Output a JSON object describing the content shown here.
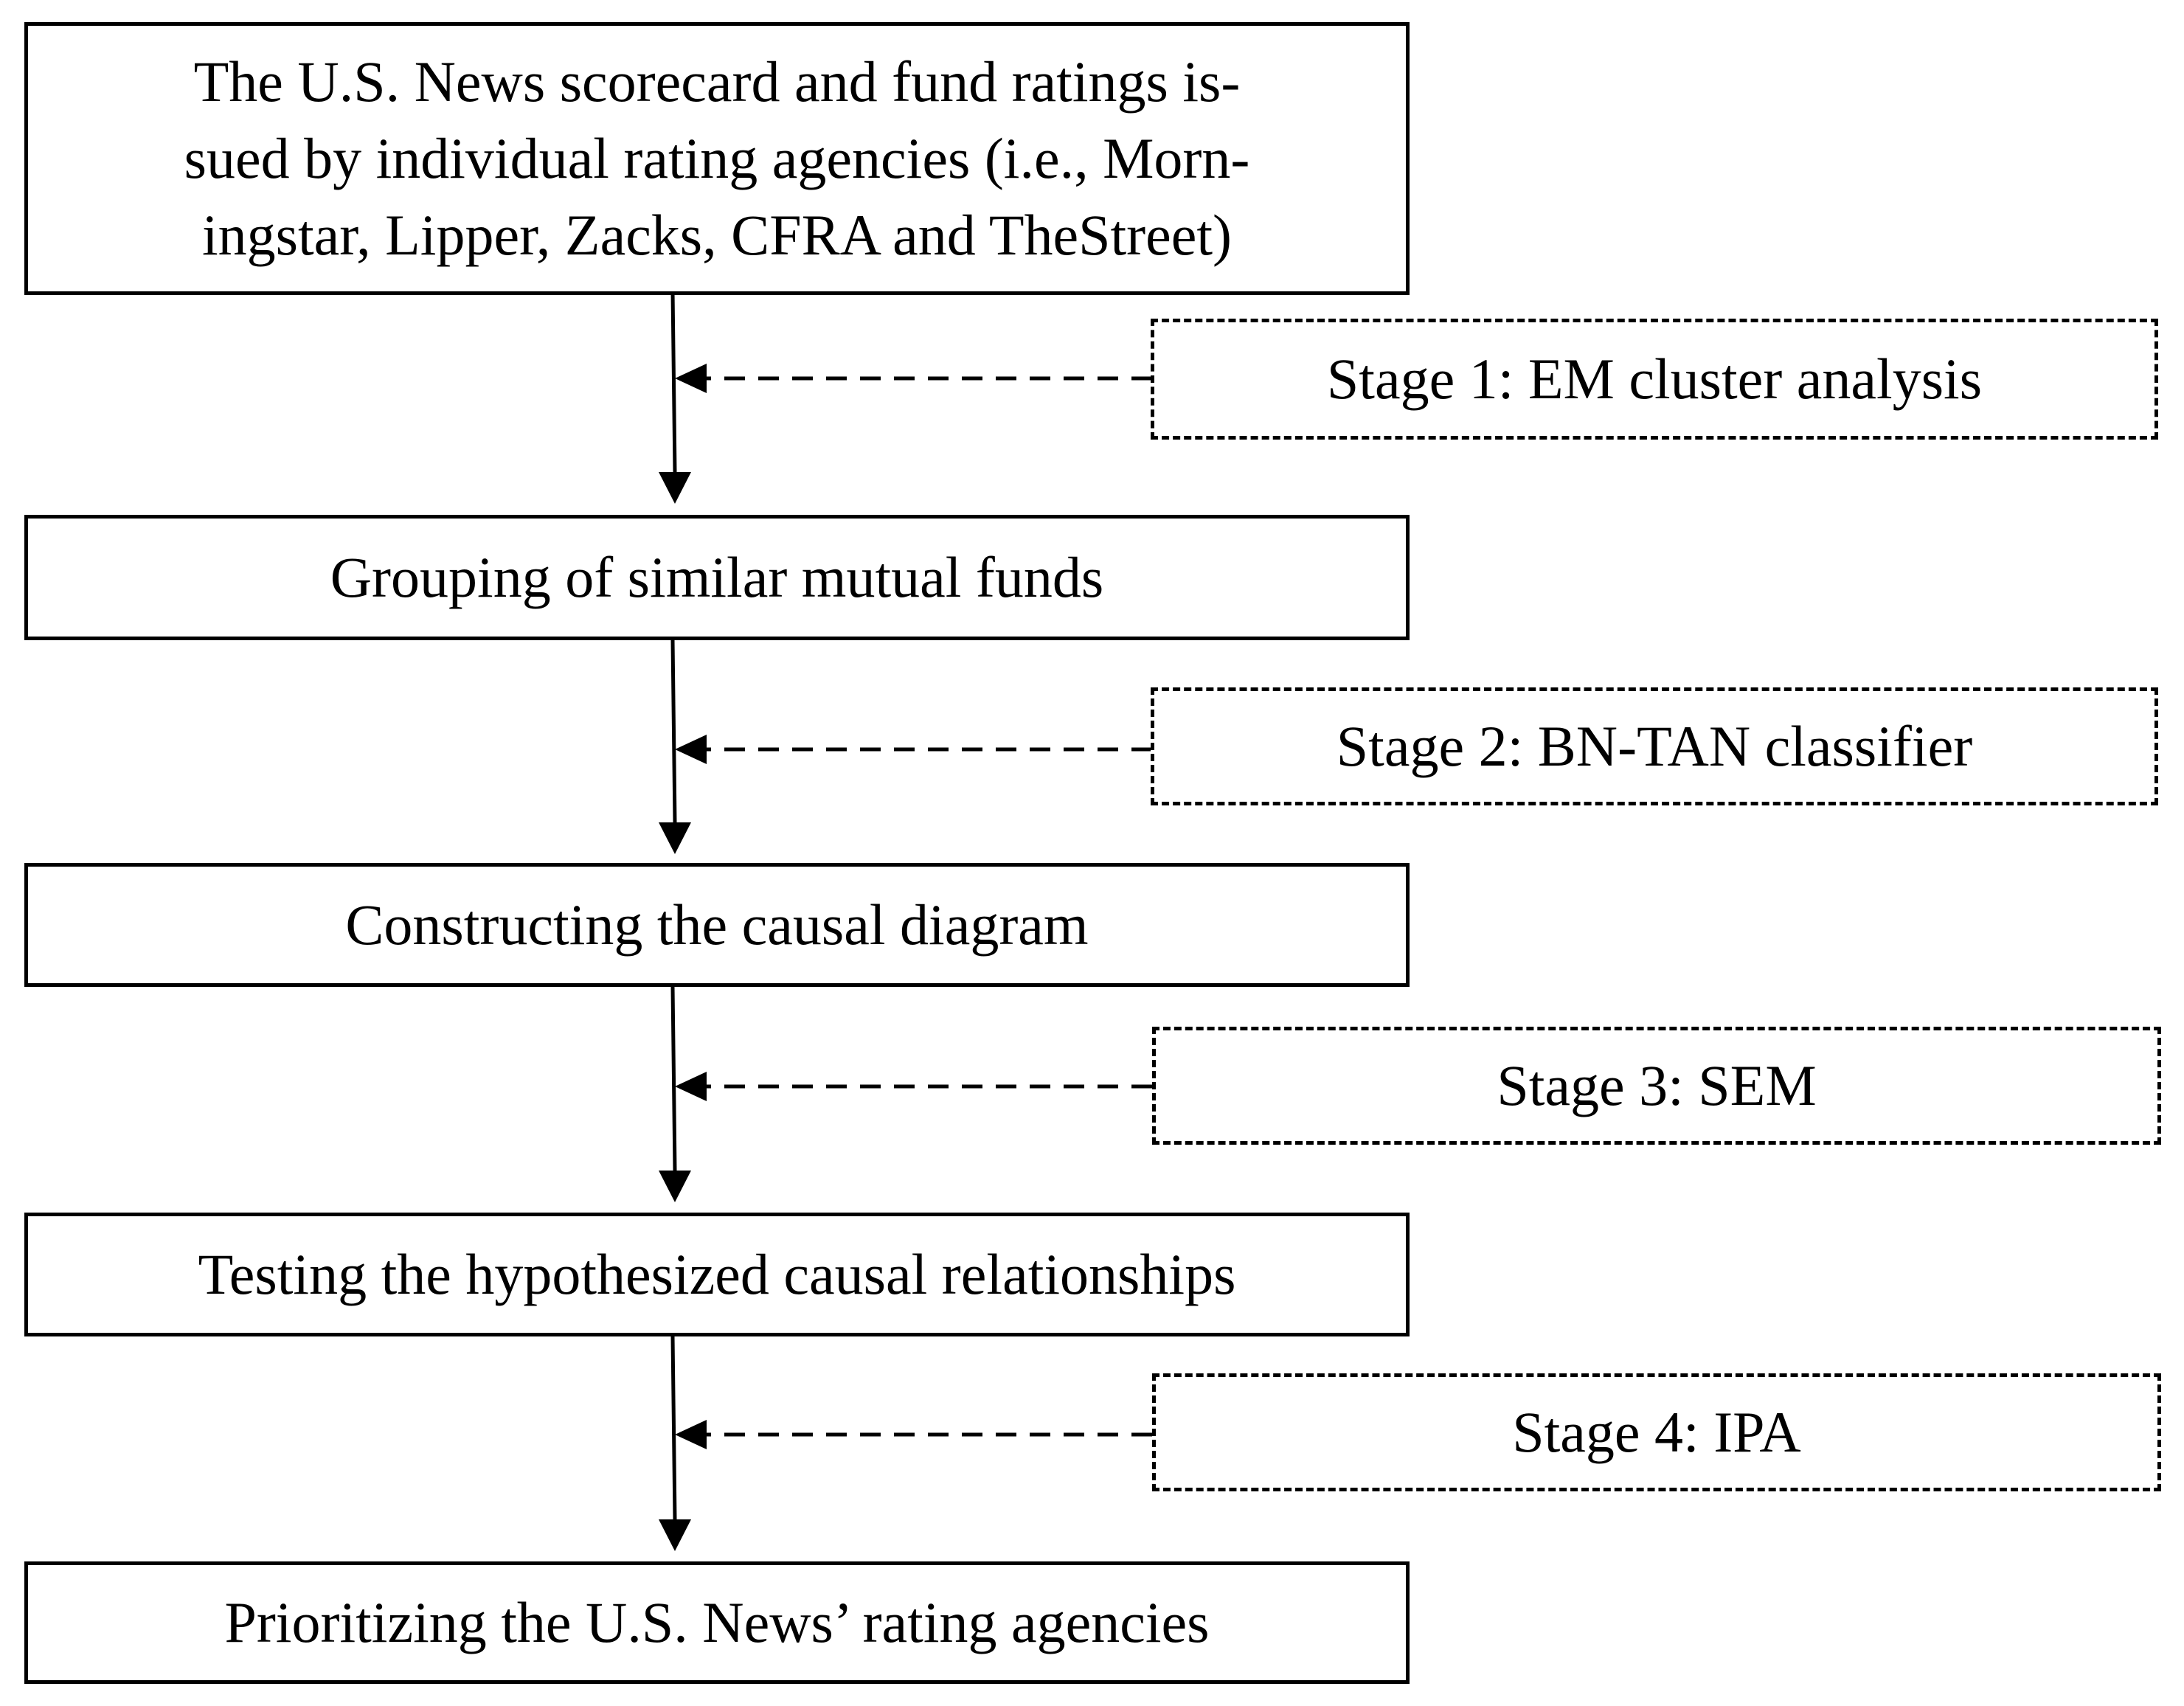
{
  "process_boxes": [
    {
      "id": "source-ratings",
      "lines": [
        "The U.S. News scorecard and fund ratings is-",
        "sued by individual rating agencies (i.e., Morn-",
        "ingstar, Lipper, Zacks, CFRA and TheStreet)"
      ]
    },
    {
      "id": "grouping",
      "text": "Grouping of similar mutual funds"
    },
    {
      "id": "causal-diagram",
      "text": "Constructing the causal diagram"
    },
    {
      "id": "testing",
      "text": "Testing the hypothesized causal relationships"
    },
    {
      "id": "prioritizing",
      "text": "Prioritizing the U.S. News’ rating agencies"
    }
  ],
  "stages": [
    {
      "id": "stage-1",
      "text": "Stage 1: EM cluster analysis"
    },
    {
      "id": "stage-2",
      "text": "Stage 2: BN-TAN classifier"
    },
    {
      "id": "stage-3",
      "text": "Stage 3: SEM"
    },
    {
      "id": "stage-4",
      "text": "Stage 4: IPA"
    }
  ],
  "colors": {
    "stroke": "#000000",
    "background": "#ffffff"
  }
}
